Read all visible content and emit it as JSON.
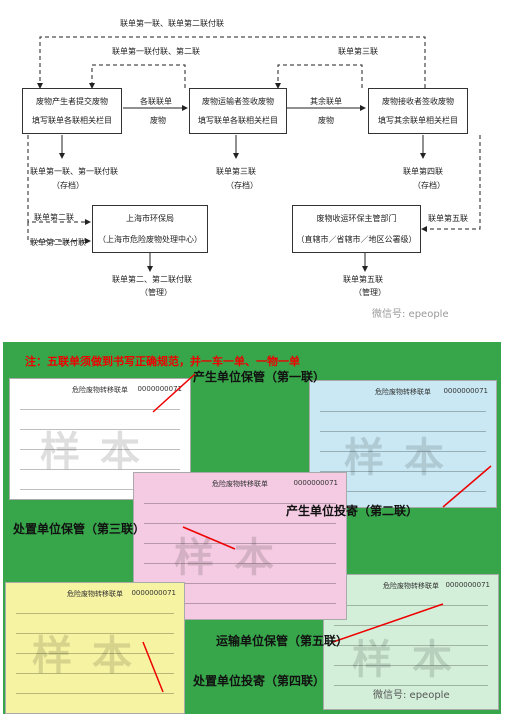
{
  "flow": {
    "top_label": "联单第一联、联单第二联付联",
    "label_left_dashed": "联单第一联付联、第二联",
    "label_right_dashed": "联单第三联",
    "box_producer_line1": "废物产生者提交废物",
    "box_producer_line2": "填写联单各联相关栏目",
    "box_transporter_line1": "废物运输者签收废物",
    "box_transporter_line2": "填写联单各联相关栏目",
    "box_receiver_line1": "废物接收者签收废物",
    "box_receiver_line2": "填写其余联单相关栏目",
    "arrow1_top": "各联联单",
    "arrow1_bottom": "废物",
    "arrow2_top": "其余联单",
    "arrow2_bottom": "废物",
    "out1_line1": "联单第一联、第一联付联",
    "out1_line2": "（存档）",
    "out2_line1": "联单第三联",
    "out2_line2": "（存档）",
    "out3_line1": "联单第四联",
    "out3_line2": "（存档）",
    "side_left_1": "联单第二联",
    "side_left_2": "联单第二联付联",
    "side_right_1": "联单第五联",
    "box_sh_line1": "上海市环保局",
    "box_sh_line2": "（上海市危险废物处理中心）",
    "box_local_line1": "废物收运环保主管部门",
    "box_local_line2": "（直辖市／省辖市／地区公署级）",
    "out4_line1": "联单第二、第二联付联",
    "out4_line2": "（管理）",
    "out5_line1": "联单第五联",
    "out5_line2": "（管理）",
    "watermark": "微信号: epeople"
  },
  "photo": {
    "note": "注：五联单须做到书写正确规范，并一车一单、一物一单",
    "form_title": "危险废物转移联单",
    "form_number": "0000000071",
    "stamp": "样本",
    "label_1": "产生单位保管（第一联）",
    "label_2": "产生单位投寄（第二联）",
    "label_3": "处置单位保管（第三联）",
    "label_4": "处置单位投寄（第四联）",
    "label_5": "运输单位保管（第五联）",
    "watermark": "微信号: epeople"
  },
  "colors": {
    "green_bg": "#37a64a",
    "form_white": "#ffffff",
    "form_blue": "#c9e8f3",
    "form_pink": "#f4cbe3",
    "form_yellow": "#f6f3a2",
    "form_green": "#d3efd9",
    "note_red": "#e00000"
  }
}
